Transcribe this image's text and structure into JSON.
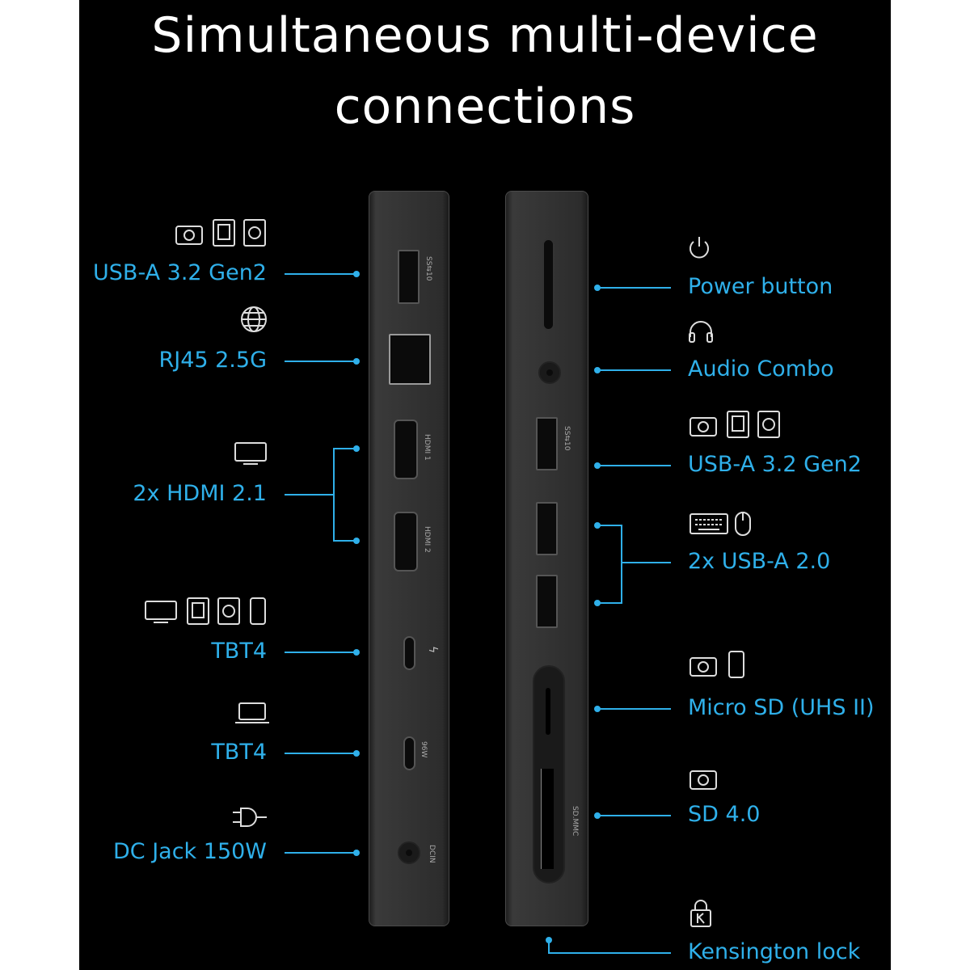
{
  "title": "Simultaneous multi-device connections",
  "accent_color": "#2fb0ea",
  "left_labels": {
    "usb_a": "USB-A 3.2 Gen2",
    "rj45": "RJ45 2.5G",
    "hdmi": "2x HDMI 2.1",
    "tbt4_a": "TBT4",
    "tbt4_b": "TBT4",
    "dc": "DC Jack 150W"
  },
  "right_labels": {
    "power": "Power button",
    "audio": "Audio Combo",
    "usb_a": "USB-A 3.2 Gen2",
    "usb2": "2x USB-A 2.0",
    "microsd": "Micro SD (UHS II)",
    "sd": "SD 4.0",
    "kensington": "Kensington lock"
  },
  "device_markings": {
    "ss10": "SS⇆10",
    "hdmi1": "HDMI 1",
    "hdmi2": "HDMI 2",
    "pd": "96W",
    "dcin": "DCIN",
    "sdmmc": "SD.MMC"
  }
}
